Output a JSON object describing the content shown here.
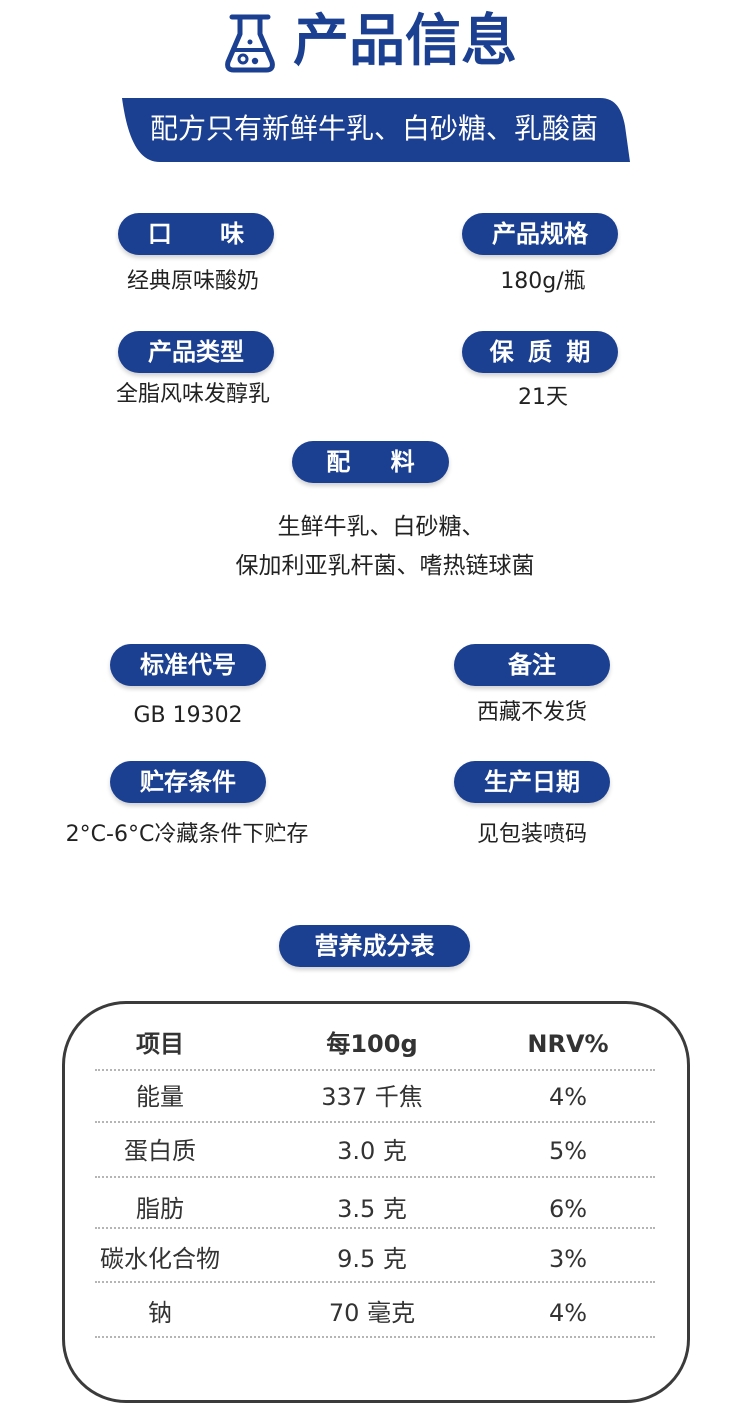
{
  "header": {
    "title": "产品信息",
    "icon": "flask-icon"
  },
  "banner": {
    "text": "配方只有新鲜牛乳、白砂糖、乳酸菌"
  },
  "details": {
    "flavor": {
      "label": "口 味",
      "value": "经典原味酸奶"
    },
    "spec": {
      "label": "产品规格",
      "value": "180g/瓶"
    },
    "type": {
      "label": "产品类型",
      "value": "全脂风味发醇乳"
    },
    "shelf_life": {
      "label": "保 质 期",
      "value": "21天"
    },
    "ingredients": {
      "label": "配 料",
      "lines": [
        "生鲜牛乳、白砂糖、",
        "保加利亚乳杆菌、嗜热链球菌"
      ]
    },
    "standard": {
      "label": "标准代号",
      "value": "GB 19302"
    },
    "note": {
      "label": "备注",
      "value": "西藏不发货"
    },
    "storage": {
      "label": "贮存条件",
      "value": "2°C-6°C冷藏条件下贮存"
    },
    "production_date": {
      "label": "生产日期",
      "value": "见包装喷码"
    }
  },
  "nutrition": {
    "label": "营养成分表",
    "headers": [
      "项目",
      "每100g",
      "NRV%"
    ],
    "rows": [
      [
        "能量",
        "337 千焦",
        "4%"
      ],
      [
        "蛋白质",
        "3.0 克",
        "5%"
      ],
      [
        "脂肪",
        "3.5 克",
        "6%"
      ],
      [
        "碳水化合物",
        "9.5 克",
        "3%"
      ],
      [
        "钠",
        "70 毫克",
        "4%"
      ]
    ]
  },
  "colors": {
    "brand_blue": "#1b3f91",
    "text": "#222222",
    "table_border": "#3b3b3b"
  }
}
